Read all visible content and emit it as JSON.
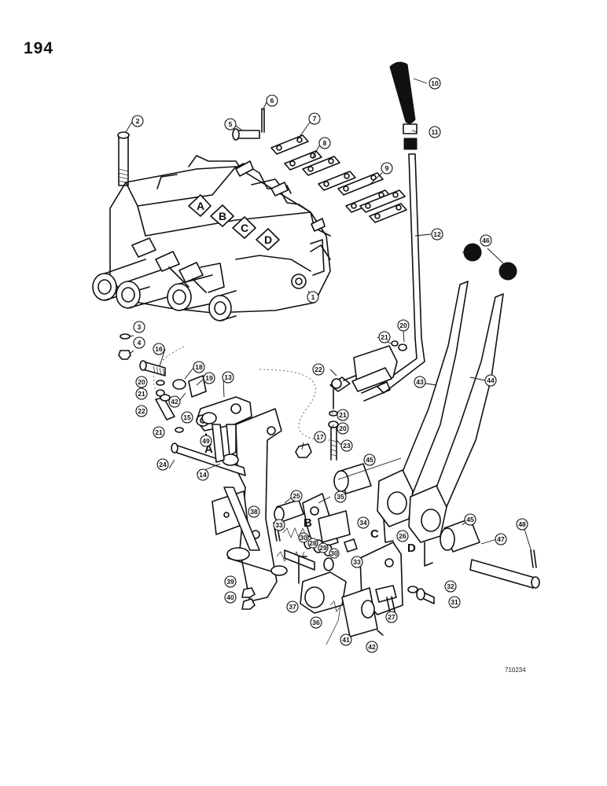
{
  "page_number": "194",
  "figure_code": "710234",
  "section_letters": [
    "A",
    "B",
    "C",
    "D"
  ],
  "callouts": [
    {
      "id": "c1",
      "label": "1"
    },
    {
      "id": "c2",
      "label": "2"
    },
    {
      "id": "c3",
      "label": "3"
    },
    {
      "id": "c4",
      "label": "4"
    },
    {
      "id": "c5",
      "label": "5"
    },
    {
      "id": "c6",
      "label": "6"
    },
    {
      "id": "c7",
      "label": "7"
    },
    {
      "id": "c8",
      "label": "8"
    },
    {
      "id": "c9",
      "label": "9"
    },
    {
      "id": "c10",
      "label": "10"
    },
    {
      "id": "c11",
      "label": "11"
    },
    {
      "id": "c12",
      "label": "12"
    },
    {
      "id": "c13",
      "label": "13"
    },
    {
      "id": "c14",
      "label": "14"
    },
    {
      "id": "c15",
      "label": "15"
    },
    {
      "id": "c16",
      "label": "16"
    },
    {
      "id": "c17",
      "label": "17"
    },
    {
      "id": "c18",
      "label": "18"
    },
    {
      "id": "c19",
      "label": "19"
    },
    {
      "id": "c20a",
      "label": "20"
    },
    {
      "id": "c20b",
      "label": "20"
    },
    {
      "id": "c20c",
      "label": "20"
    },
    {
      "id": "c21a",
      "label": "21"
    },
    {
      "id": "c21b",
      "label": "21"
    },
    {
      "id": "c21c",
      "label": "21"
    },
    {
      "id": "c21d",
      "label": "21"
    },
    {
      "id": "c22a",
      "label": "22"
    },
    {
      "id": "c22b",
      "label": "22"
    },
    {
      "id": "c23",
      "label": "23"
    },
    {
      "id": "c24",
      "label": "24"
    },
    {
      "id": "c25",
      "label": "25"
    },
    {
      "id": "c26",
      "label": "26"
    },
    {
      "id": "c27",
      "label": "27"
    },
    {
      "id": "c28",
      "label": "28"
    },
    {
      "id": "c29",
      "label": "29"
    },
    {
      "id": "c30a",
      "label": "30"
    },
    {
      "id": "c30b",
      "label": "30"
    },
    {
      "id": "c31",
      "label": "31"
    },
    {
      "id": "c32",
      "label": "32"
    },
    {
      "id": "c33a",
      "label": "33"
    },
    {
      "id": "c33b",
      "label": "33"
    },
    {
      "id": "c34",
      "label": "34"
    },
    {
      "id": "c35",
      "label": "35"
    },
    {
      "id": "c36",
      "label": "36"
    },
    {
      "id": "c37",
      "label": "37"
    },
    {
      "id": "c38",
      "label": "38"
    },
    {
      "id": "c39",
      "label": "39"
    },
    {
      "id": "c40",
      "label": "40"
    },
    {
      "id": "c41",
      "label": "41"
    },
    {
      "id": "c42a",
      "label": "42"
    },
    {
      "id": "c42b",
      "label": "42"
    },
    {
      "id": "c43",
      "label": "43"
    },
    {
      "id": "c44",
      "label": "44"
    },
    {
      "id": "c45a",
      "label": "45"
    },
    {
      "id": "c45b",
      "label": "45"
    },
    {
      "id": "c46",
      "label": "46"
    },
    {
      "id": "c47",
      "label": "47"
    },
    {
      "id": "c48",
      "label": "48"
    },
    {
      "id": "c49",
      "label": "49"
    }
  ]
}
